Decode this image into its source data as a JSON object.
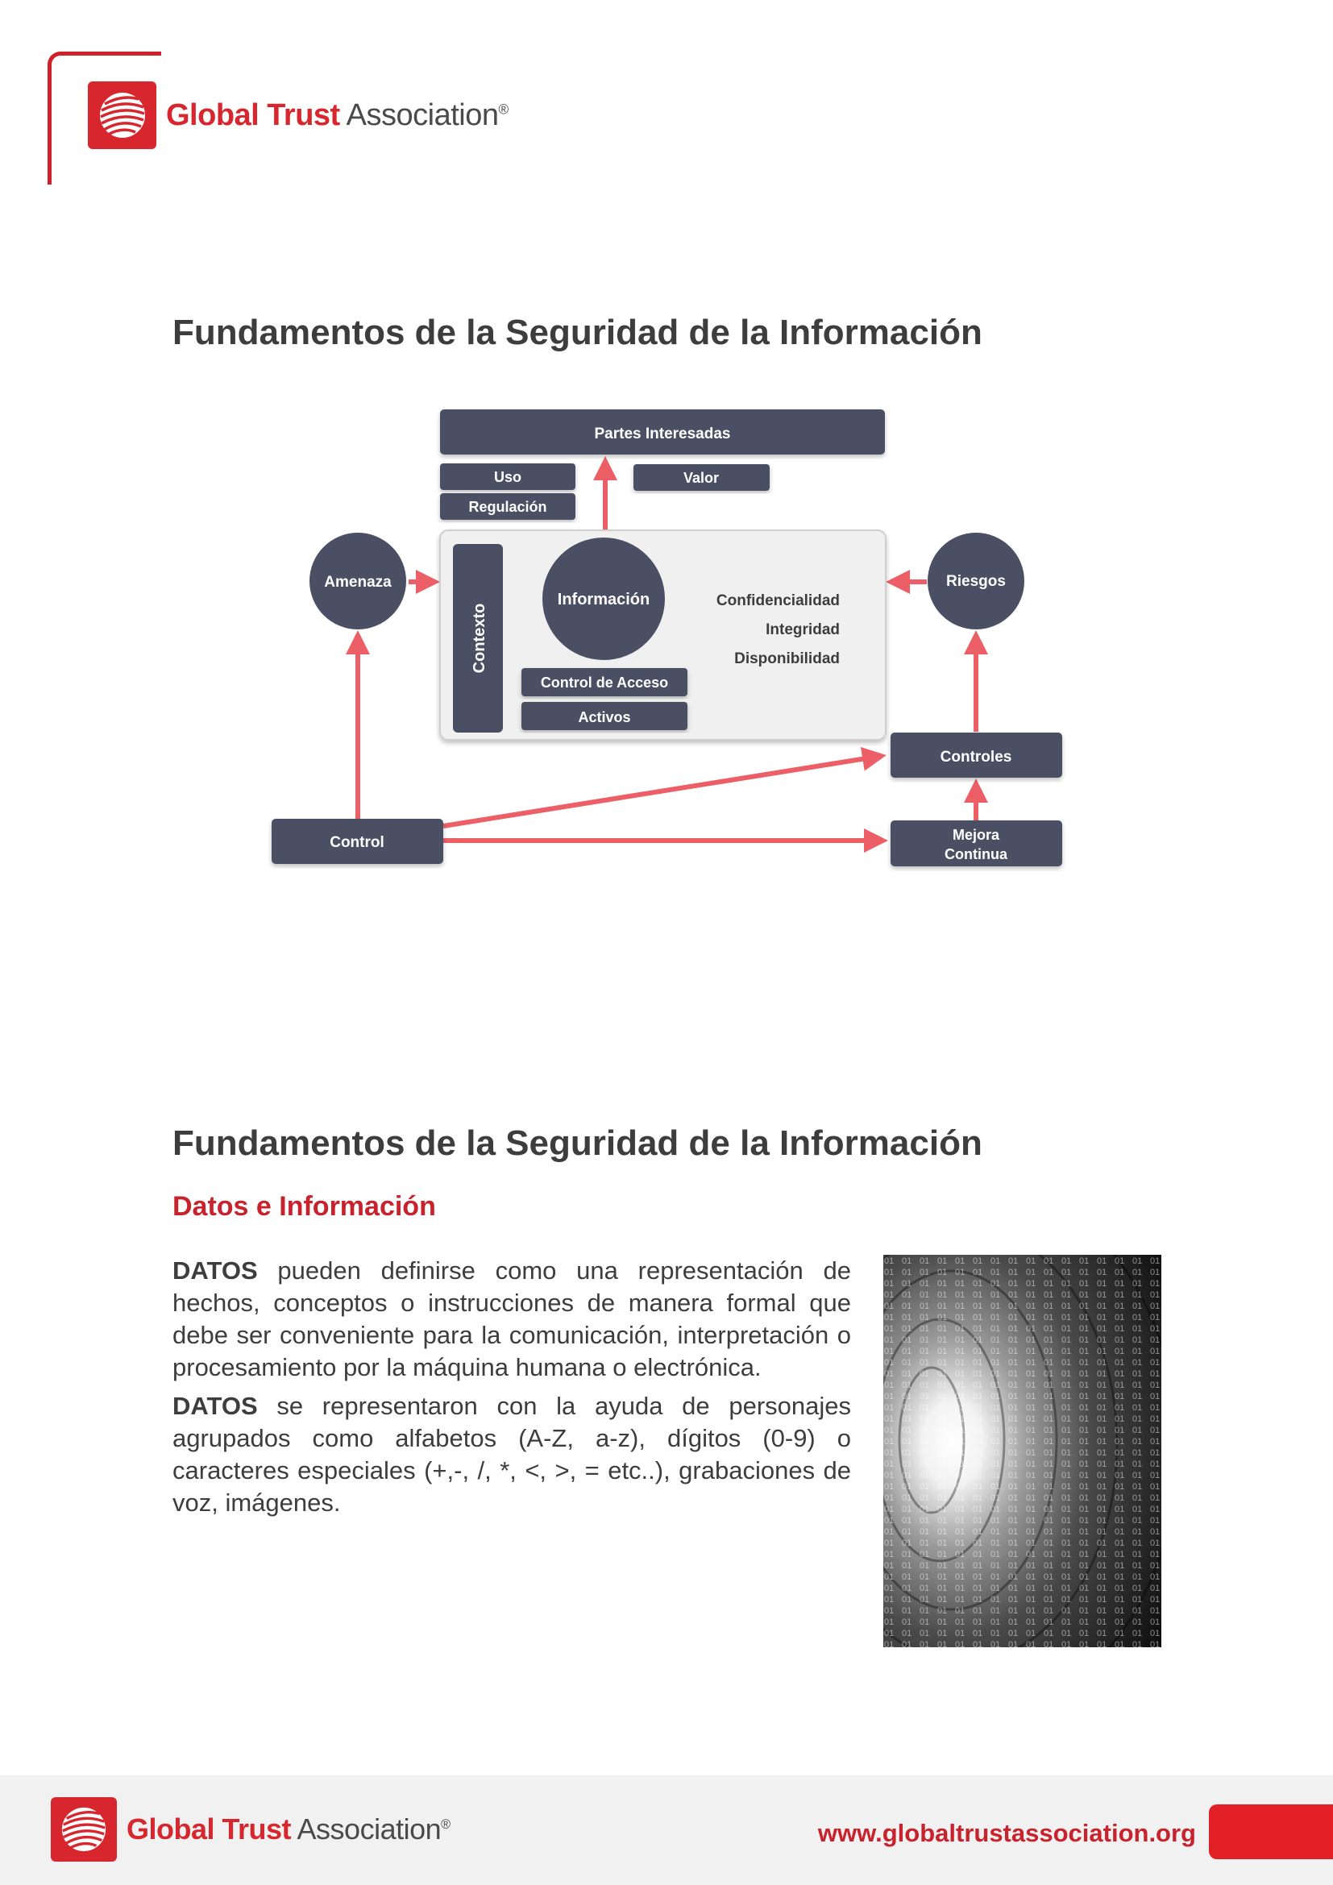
{
  "brand": {
    "name_part1": "Global Trust",
    "name_part2": "Association",
    "registered": "®",
    "url": "www.globaltrustassociation.org"
  },
  "section1": {
    "title": "Fundamentos de la Seguridad de la Información"
  },
  "diagram": {
    "partes": "Partes Interesadas",
    "uso": "Uso",
    "regulacion": "Regulación",
    "valor": "Valor",
    "amenaza": "Amenaza",
    "contexto": "Contexto",
    "informacion": "Información",
    "confidencialidad": "Confidencialidad",
    "integridad": "Integridad",
    "disponibilidad": "Disponibilidad",
    "control_acceso": "Control de Acceso",
    "activos": "Activos",
    "riesgos": "Riesgos",
    "controles": "Controles",
    "control": "Control",
    "mejora_line1": "Mejora",
    "mejora_line2": "Continua",
    "colors": {
      "box": "#4b4f63",
      "arrow": "#ec5f67",
      "panel": "#f0f0f0"
    }
  },
  "section2": {
    "title": "Fundamentos de la Seguridad de la Información",
    "subtitle": "Datos e Información",
    "p1_lead": "DATOS",
    "p1_rest": " pueden definirse como una representación de hechos, conceptos o instrucciones de manera formal que debe ser conveniente para la comunicación, interpretación o procesamiento por la máquina humana o electrónica.",
    "p2_lead": "DATOS",
    "p2_rest": " se representaron con la ayuda de personajes agrupados como alfabetos (A-Z, a-z), dígitos (0-9) o caracteres especiales (+,-, /, *, <, >, = etc..), grabaciones de voz, imágenes.",
    "image_label": "binary-tunnel"
  }
}
